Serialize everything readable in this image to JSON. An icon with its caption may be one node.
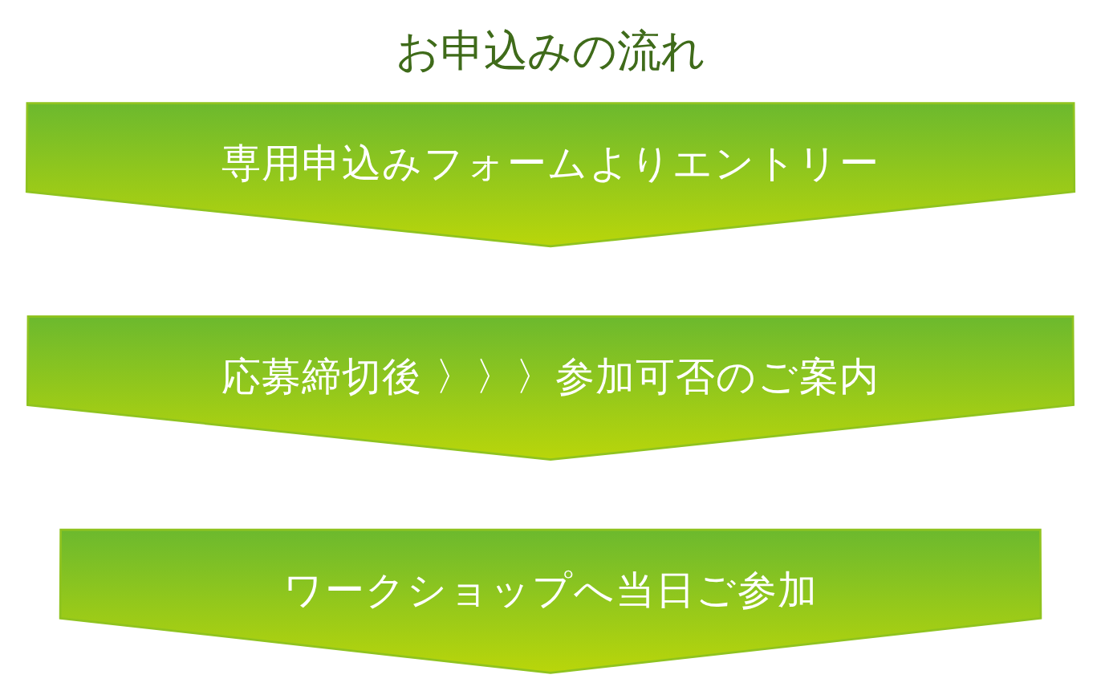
{
  "diagram": {
    "title": "お申込みの流れ",
    "nodes": [
      {
        "text": [
          "専用申込みフォームよりエントリー"
        ]
      },
      {
        "text": [
          "応募締切後 〉〉〉参加可否のご案内"
        ]
      },
      {
        "text": [
          "ワークショップへ当日ご参加"
        ]
      }
    ]
  }
}
